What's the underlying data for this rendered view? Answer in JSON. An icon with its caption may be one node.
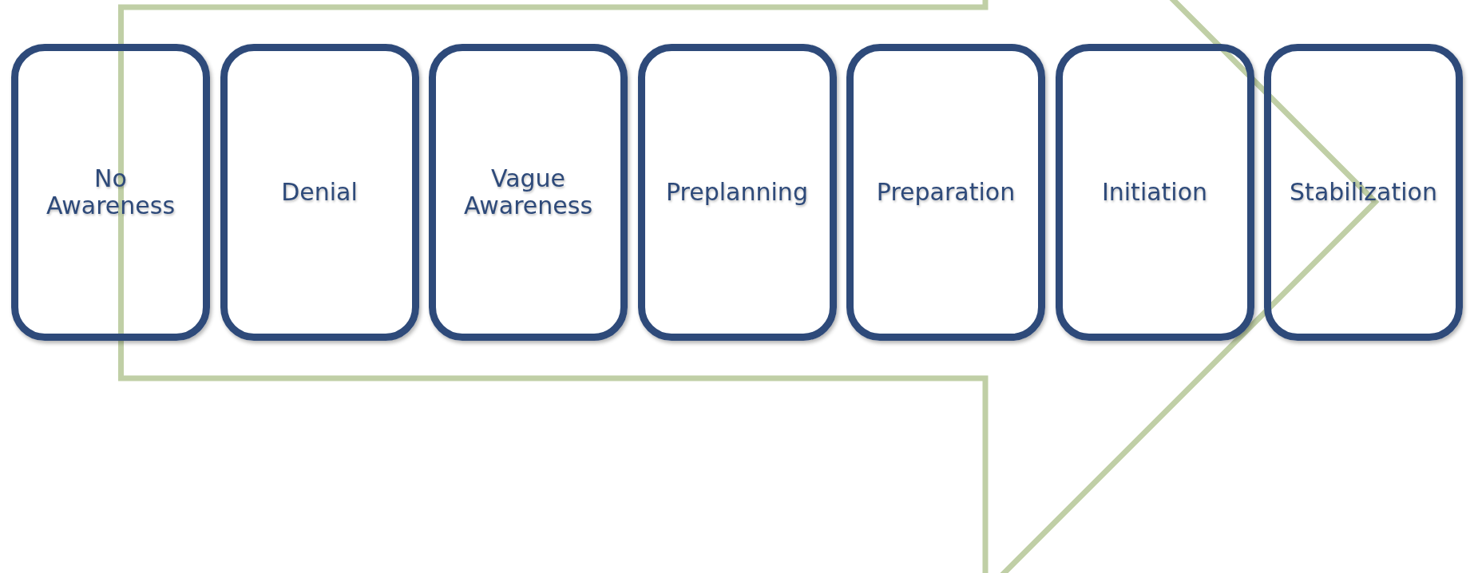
{
  "diagram": {
    "nodes": [
      {
        "text": [
          "No Awareness"
        ]
      },
      {
        "text": [
          "Denial"
        ]
      },
      {
        "text": [
          "Vague Awareness"
        ]
      },
      {
        "text": [
          "Preplanning"
        ]
      },
      {
        "text": [
          "Preparation"
        ]
      },
      {
        "text": [
          "Initiation"
        ]
      },
      {
        "text": [
          "Stabilization"
        ]
      }
    ],
    "edges": [
      {
        "from": 0,
        "to": 6,
        "arrow": "to"
      }
    ]
  }
}
